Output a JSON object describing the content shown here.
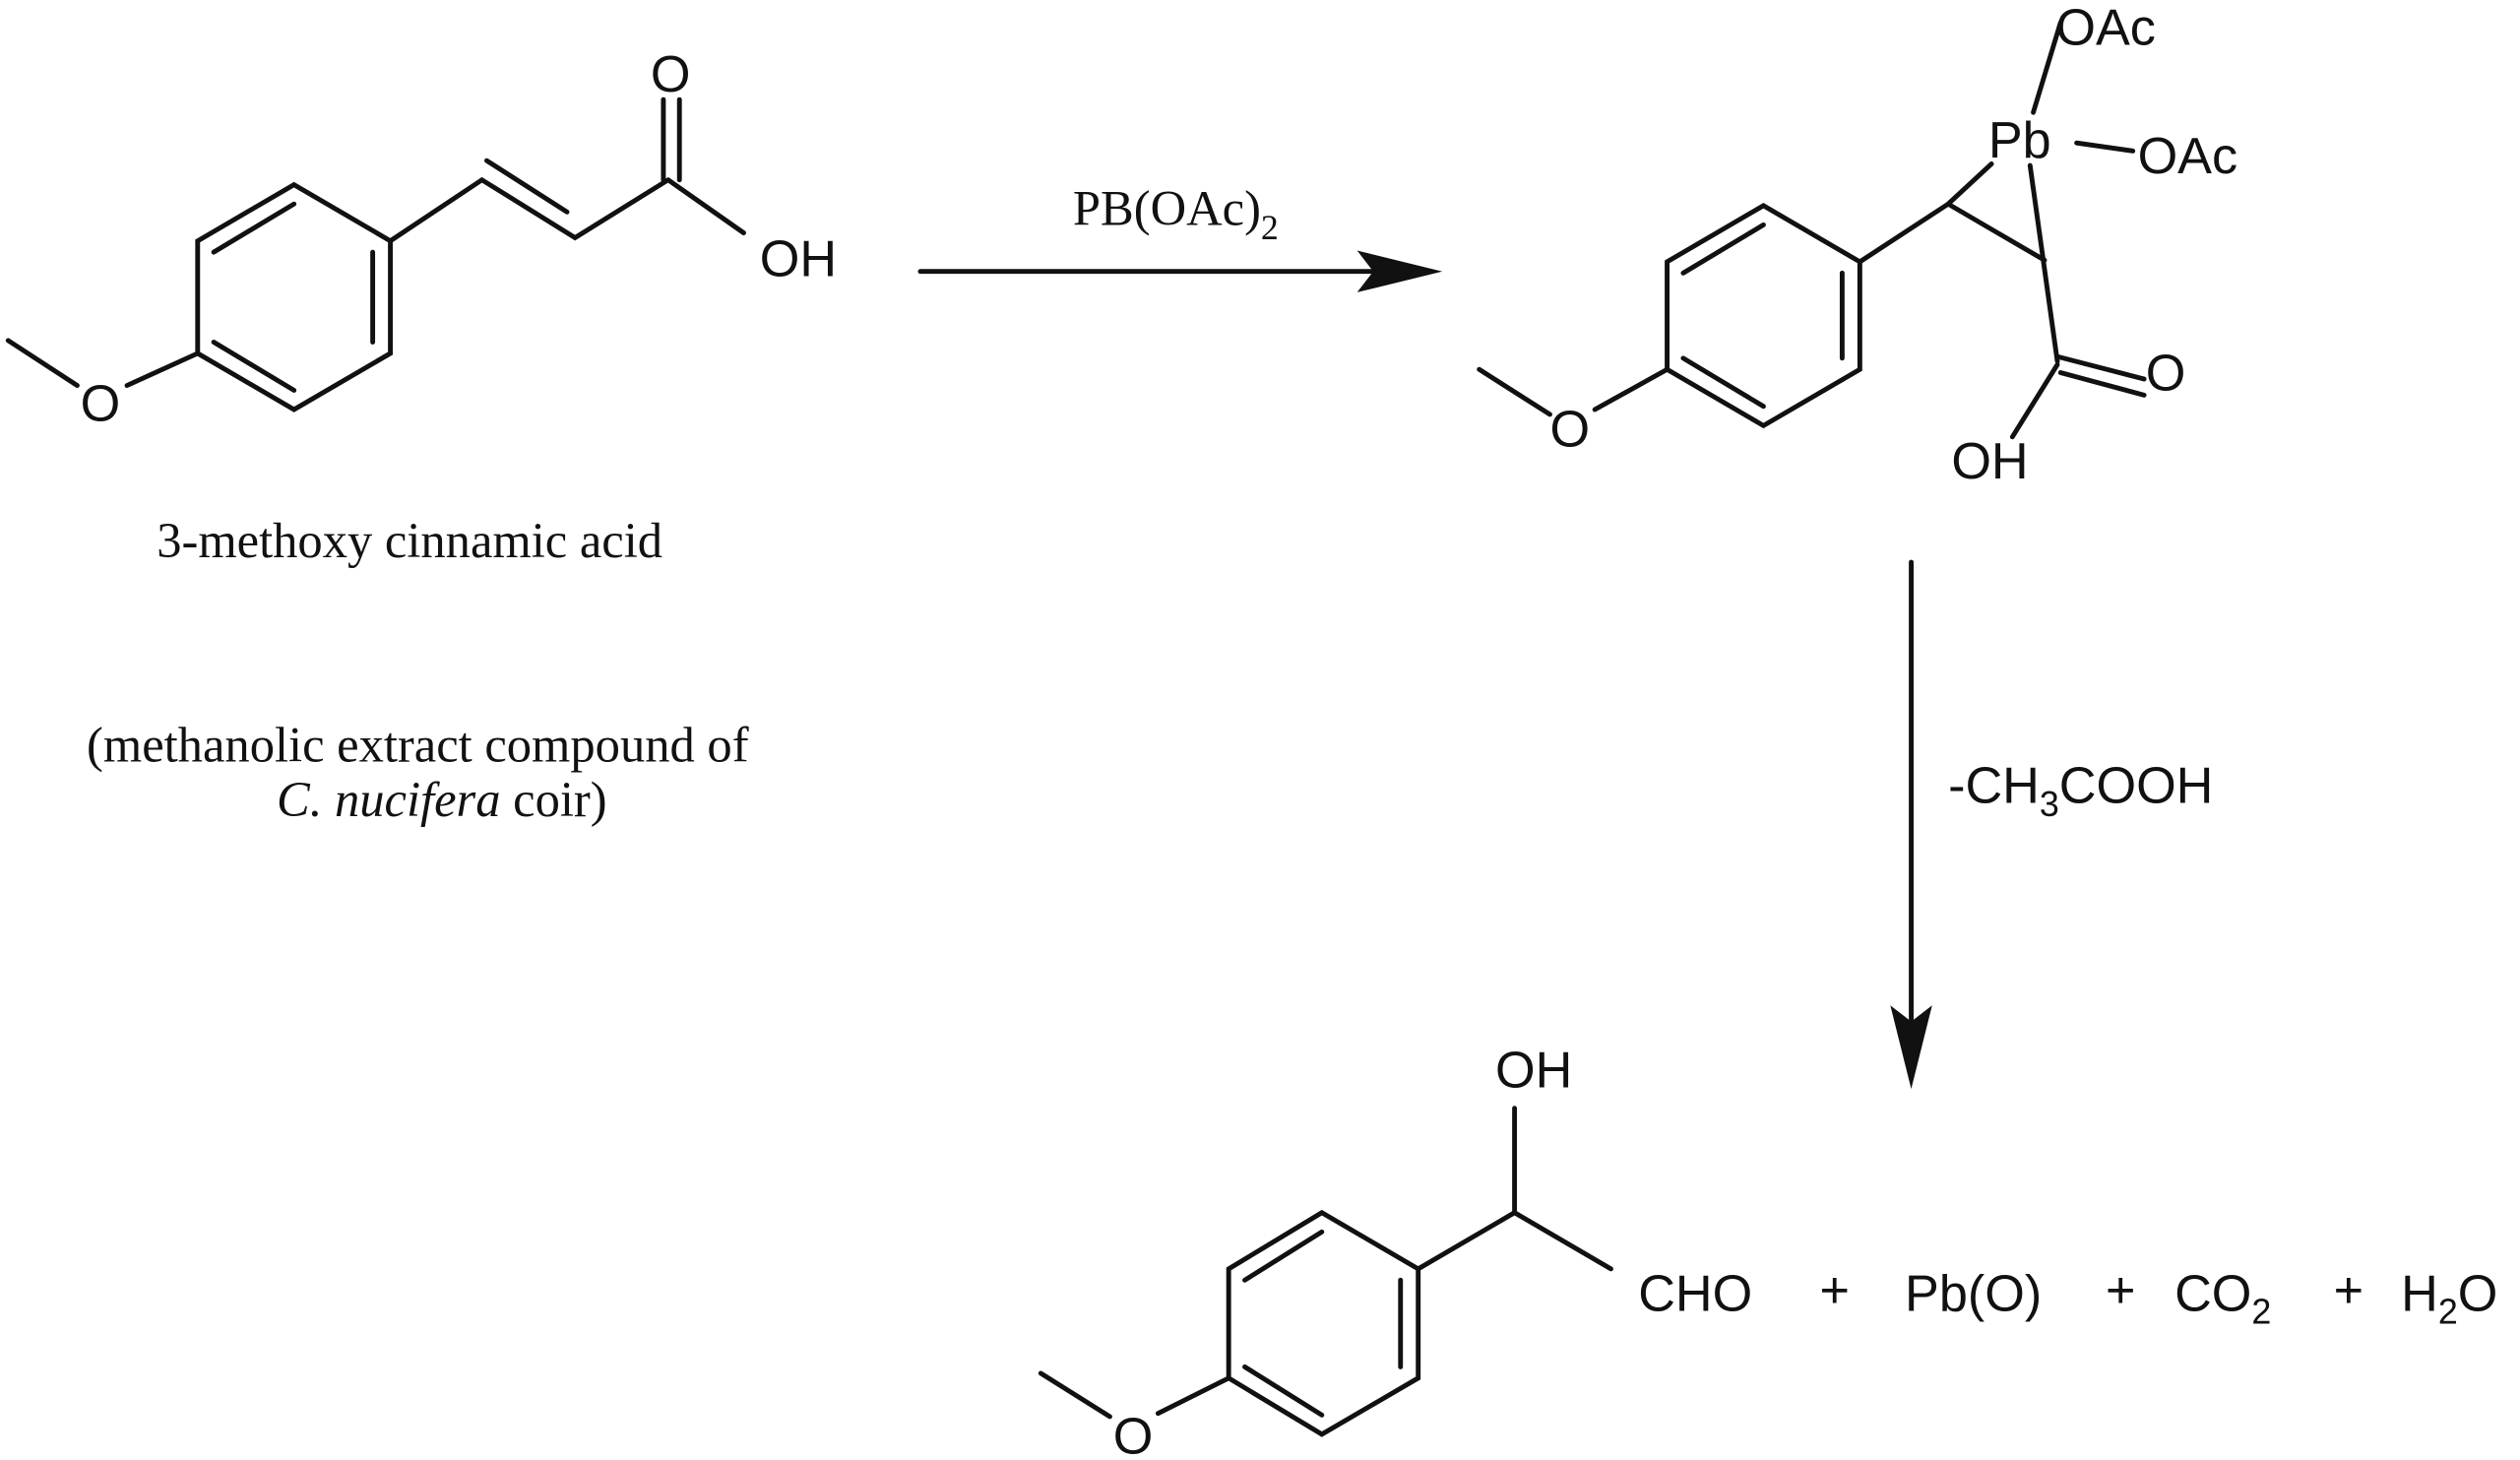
{
  "reactant": {
    "carbonyl_o": "O",
    "hydroxyl": "OH",
    "methoxy_o": "O",
    "name": "3-methoxy cinnamic acid",
    "source_line1": "(methanolic extract compound of",
    "source_species": "C. nucifera",
    "source_rest": " coir)"
  },
  "step1": {
    "reagent": "PB(OAc)",
    "reagent_sub": "2"
  },
  "intermediate": {
    "pb": "Pb",
    "oac_top": "OAc",
    "oac_right": "OAc",
    "carbonyl_o": "O",
    "hydroxyl": "OH",
    "methoxy_o": "O"
  },
  "step2": {
    "prefix": "-CH",
    "sub": "3",
    "suffix": "COOH"
  },
  "products": {
    "hydroxyl": "OH",
    "methoxy_o": "O",
    "aldehyde": "CHO",
    "plus": "+",
    "lead_oxide": "Pb(O)",
    "co2": "CO",
    "co2_sub": "2",
    "water_h": "H",
    "water_sub": "2",
    "water_o": "O"
  }
}
